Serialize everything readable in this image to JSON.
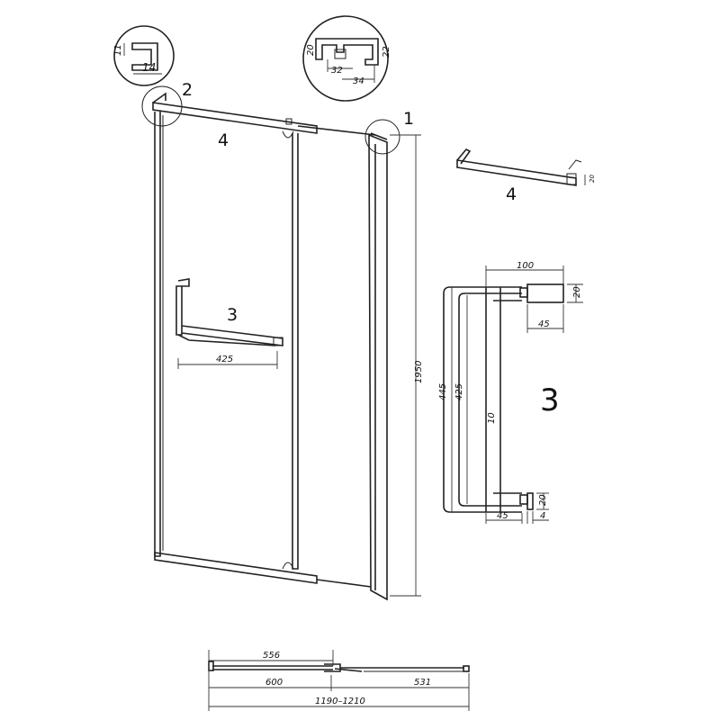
{
  "callouts": {
    "c1": "1",
    "c2": "2",
    "c3": "3",
    "c4": "4",
    "c4_detail": "4",
    "c3_detail": "3"
  },
  "dimensions": {
    "detail2_height": "11",
    "detail2_width": "14",
    "detail1_left": "20",
    "detail1_right": "22",
    "detail1_inner": "32",
    "detail1_outer": "34",
    "door_height": "1950",
    "handle_span": "425",
    "towel_bar_section": "20",
    "handle_offset": "100",
    "handle_depth_top": "20",
    "handle_standoff_top": "45",
    "handle_overall": "445",
    "handle_inner": "425",
    "handle_bar": "10",
    "handle_depth_bottom": "20",
    "handle_standoff_bottom": "45",
    "handle_plate": "4",
    "plan_door": "556",
    "plan_fixed_a": "600",
    "plan_fixed_b": "531",
    "plan_total": "1190–1210"
  }
}
